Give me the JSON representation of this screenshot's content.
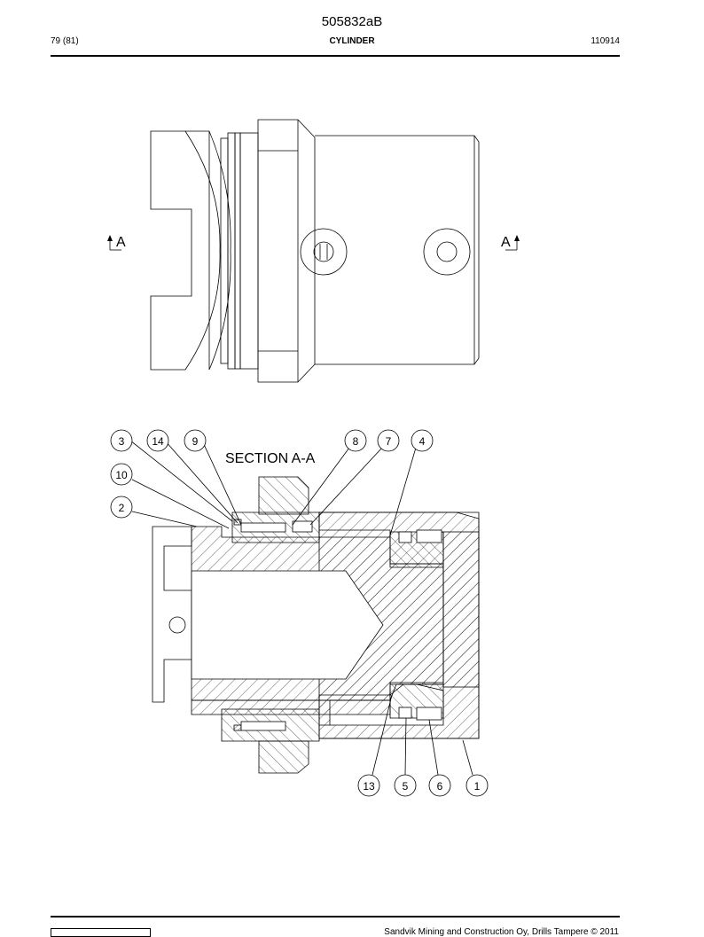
{
  "header": {
    "doc_id": "505832aB",
    "page": "79 (81)",
    "title": "CYLINDER",
    "code": "110914"
  },
  "drawing": {
    "section_marker": "A",
    "section_title": "SECTION  A-A",
    "callouts": [
      "3",
      "14",
      "9",
      "8",
      "7",
      "4",
      "10",
      "2",
      "13",
      "5",
      "6",
      "1"
    ]
  },
  "footer": {
    "copyright": "Sandvik Mining and Construction Oy, Drills Tampere © 2011"
  }
}
